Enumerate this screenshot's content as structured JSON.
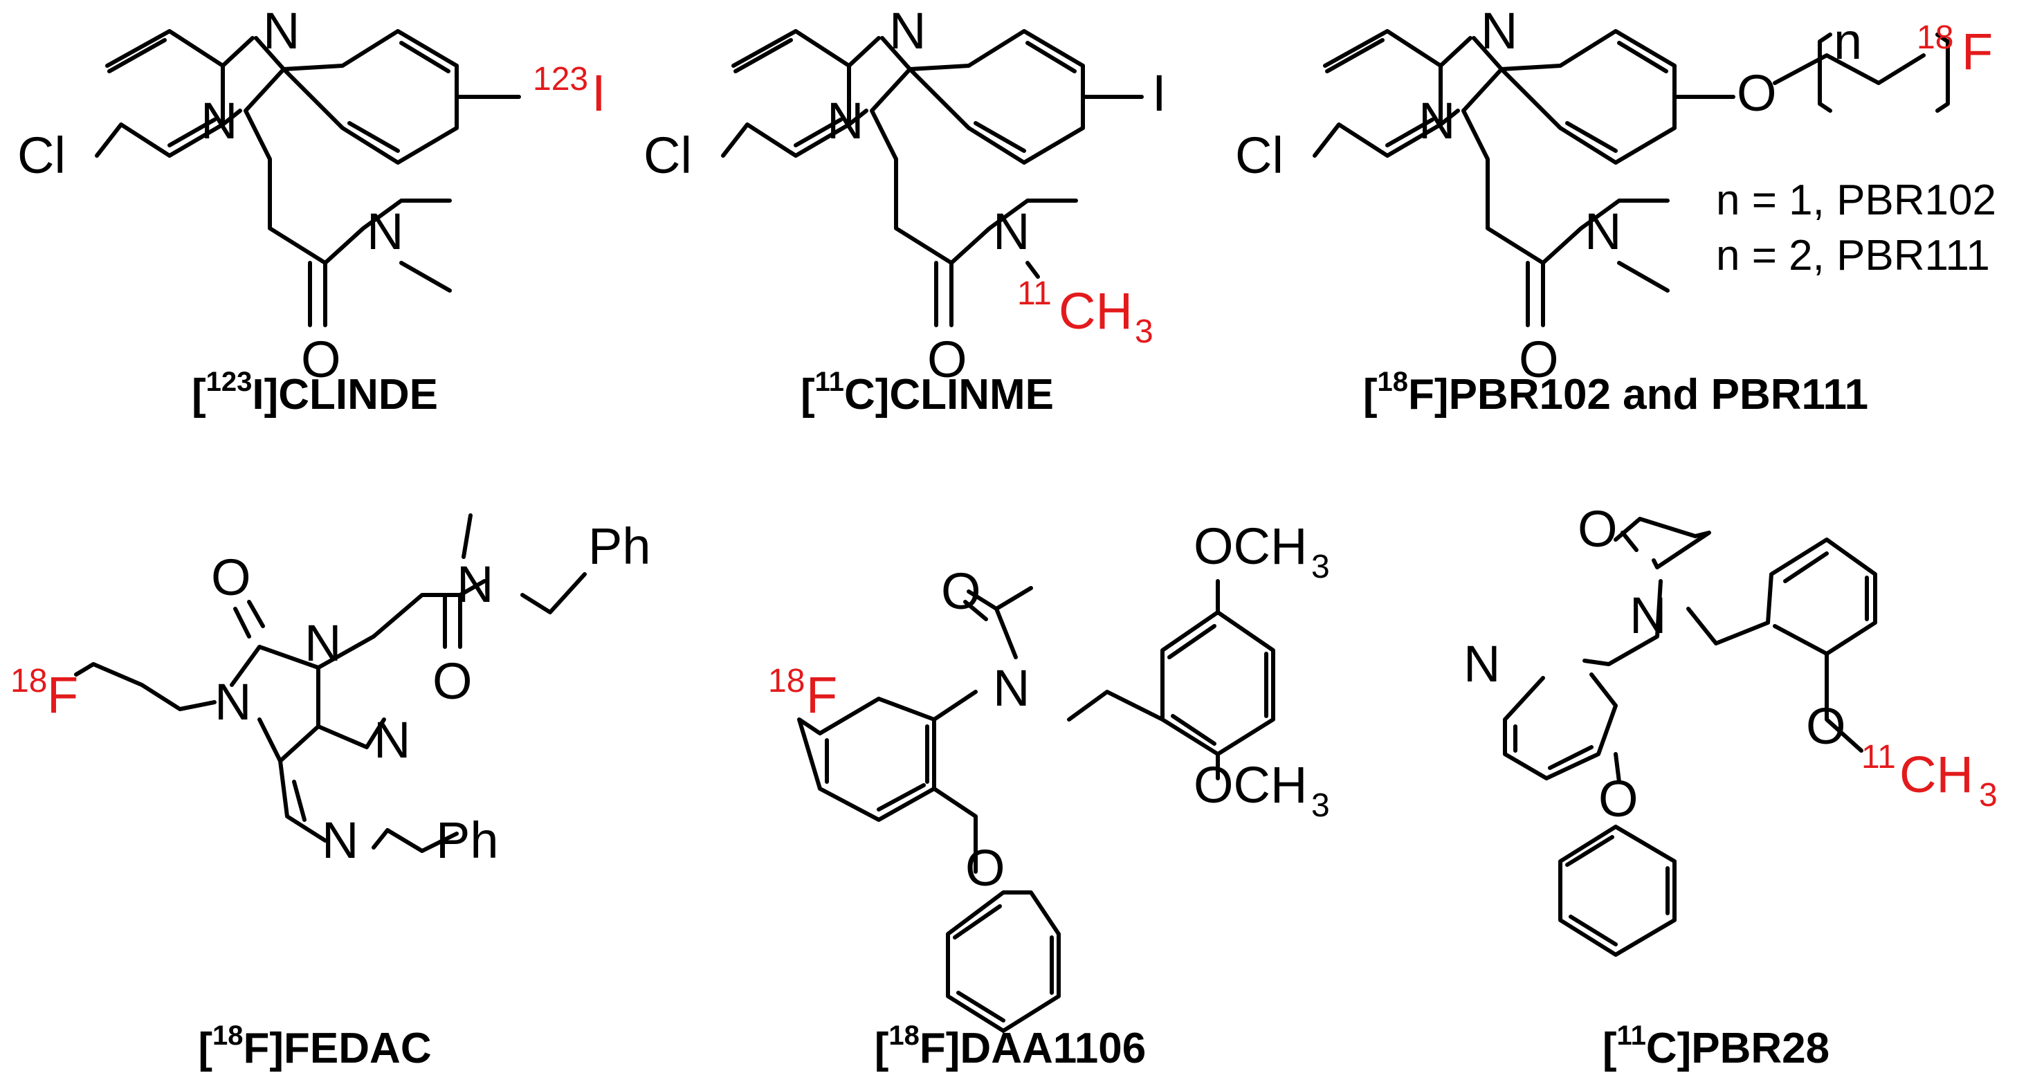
{
  "colors": {
    "bond": "#000000",
    "isotope": "#e31a1c"
  },
  "compounds": [
    {
      "caption_pre": "[",
      "caption_sup": "123",
      "caption_post": "I]CLINDE",
      "atoms": {
        "n_ring": "N",
        "n_bridge": "N",
        "cl": "Cl",
        "n_amide": "N",
        "o": "O",
        "iso_mass": "123",
        "iso_el": "I"
      }
    },
    {
      "caption_pre": "[",
      "caption_sup": "11",
      "caption_post": "C]CLINME",
      "atoms": {
        "n_ring": "N",
        "n_bridge": "N",
        "cl": "Cl",
        "n_amide": "N",
        "o": "O",
        "i": "I",
        "iso_mass": "11",
        "iso_el": "CH",
        "iso_sub": "3"
      }
    },
    {
      "caption_pre": "[",
      "caption_sup": "18",
      "caption_post": "F]PBR102 and PBR111",
      "atoms": {
        "n_ring": "N",
        "n_bridge": "N",
        "cl": "Cl",
        "n_amide": "N",
        "o": "O",
        "o_ether": "O",
        "n_rep": "n",
        "iso_mass": "18",
        "iso_el": "F"
      },
      "notes": [
        "n = 1, PBR102",
        "n = 2, PBR111"
      ]
    },
    {
      "caption_pre": "[",
      "caption_sup": "18",
      "caption_post": "F]FEDAC",
      "atoms": {
        "iso_mass": "18",
        "iso_el": "F",
        "n7": "N",
        "n9": "N",
        "o": "O",
        "o_amide": "O",
        "n_amide": "N",
        "ph1": "Ph",
        "n3": "N",
        "n1": "N",
        "ph2": "Ph"
      }
    },
    {
      "caption_pre": "[",
      "caption_sup": "18",
      "caption_post": "F]DAA1106",
      "atoms": {
        "iso_mass": "18",
        "iso_el": "F",
        "o_acetyl": "O",
        "n": "N",
        "o_ether": "O",
        "och3_top": "OCH",
        "och3_top_sub": "3",
        "och3_bot": "OCH",
        "och3_bot_sub": "3"
      }
    },
    {
      "caption_pre": "[",
      "caption_sup": "11",
      "caption_post": "C]PBR28",
      "atoms": {
        "o_acetyl": "O",
        "n": "N",
        "n_pyr": "N",
        "o_ether": "O",
        "o_methoxy": "O",
        "iso_mass": "11",
        "iso_el": "CH",
        "iso_sub": "3"
      }
    }
  ]
}
